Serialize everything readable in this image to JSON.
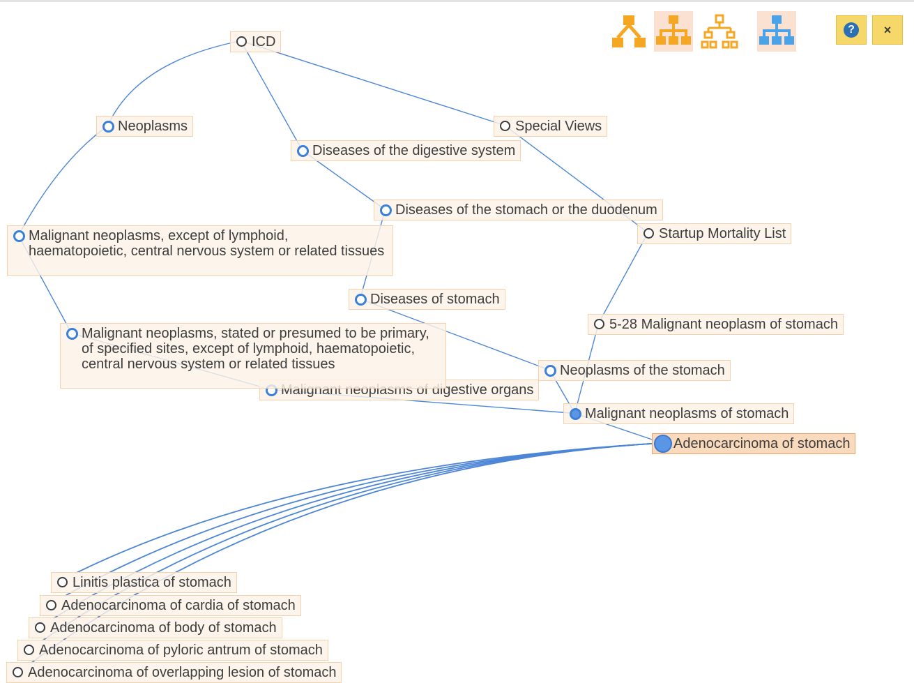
{
  "nodes": [
    {
      "id": "icd",
      "label": "ICD",
      "dot": "dark"
    },
    {
      "id": "neoplasms",
      "label": "Neoplasms",
      "dot": "blue"
    },
    {
      "id": "special_views",
      "label": "Special Views",
      "dot": "dark"
    },
    {
      "id": "digestive_system",
      "label": "Diseases of the digestive system",
      "dot": "blue"
    },
    {
      "id": "stomach_duodenum",
      "label": "Diseases of the stomach or the duodenum",
      "dot": "blue"
    },
    {
      "id": "malignant_except_lymphoid",
      "label": "Malignant neoplasms, except of lymphoid, haematopoietic, central nervous system or related tissues",
      "dot": "blue"
    },
    {
      "id": "startup_mortality",
      "label": "Startup Mortality List",
      "dot": "dark"
    },
    {
      "id": "diseases_of_stomach",
      "label": "Diseases of stomach",
      "dot": "blue"
    },
    {
      "id": "mortality_5_28",
      "label": "5-28 Malignant neoplasm of stomach",
      "dot": "dark"
    },
    {
      "id": "malignant_specified_sites",
      "label": "Malignant neoplasms, stated or presumed to be primary, of specified sites, except of lymphoid, haematopoietic, central nervous system or related tissues",
      "dot": "blue"
    },
    {
      "id": "neoplasms_of_stomach",
      "label": "Neoplasms of the stomach",
      "dot": "blue"
    },
    {
      "id": "malignant_digestive_organs",
      "label": "Malignant neoplasms of digestive organs",
      "dot": "blue"
    },
    {
      "id": "malignant_neoplasms_stomach",
      "label": "Malignant neoplasms of stomach",
      "dot": "filled"
    },
    {
      "id": "adenocarcinoma_stomach",
      "label": "Adenocarcinoma of stomach",
      "dot": "big"
    },
    {
      "id": "linitis_plastica",
      "label": "Linitis plastica of stomach",
      "dot": "dark"
    },
    {
      "id": "adeno_cardia",
      "label": "Adenocarcinoma of cardia of stomach",
      "dot": "dark"
    },
    {
      "id": "adeno_body",
      "label": "Adenocarcinoma of body of stomach",
      "dot": "dark"
    },
    {
      "id": "adeno_pyloric",
      "label": "Adenocarcinoma of pyloric antrum of stomach",
      "dot": "dark"
    },
    {
      "id": "adeno_overlapping",
      "label": "Adenocarcinoma of overlapping lesion of stomach",
      "dot": "dark"
    }
  ],
  "edges": [
    [
      "icd",
      "neoplasms"
    ],
    [
      "icd",
      "digestive_system"
    ],
    [
      "icd",
      "special_views"
    ],
    [
      "neoplasms",
      "malignant_except_lymphoid"
    ],
    [
      "digestive_system",
      "stomach_duodenum"
    ],
    [
      "special_views",
      "startup_mortality"
    ],
    [
      "malignant_except_lymphoid",
      "malignant_specified_sites"
    ],
    [
      "stomach_duodenum",
      "diseases_of_stomach"
    ],
    [
      "startup_mortality",
      "mortality_5_28"
    ],
    [
      "diseases_of_stomach",
      "neoplasms_of_stomach"
    ],
    [
      "mortality_5_28",
      "malignant_neoplasms_stomach"
    ],
    [
      "malignant_specified_sites",
      "malignant_digestive_organs"
    ],
    [
      "malignant_digestive_organs",
      "malignant_neoplasms_stomach"
    ],
    [
      "neoplasms_of_stomach",
      "malignant_neoplasms_stomach"
    ],
    [
      "malignant_neoplasms_stomach",
      "adenocarcinoma_stomach"
    ],
    [
      "adenocarcinoma_stomach",
      "linitis_plastica"
    ],
    [
      "adenocarcinoma_stomach",
      "adeno_cardia"
    ],
    [
      "adenocarcinoma_stomach",
      "adeno_body"
    ],
    [
      "adenocarcinoma_stomach",
      "adeno_pyloric"
    ],
    [
      "adenocarcinoma_stomach",
      "adeno_overlapping"
    ]
  ],
  "selected_node": "adenocarcinoma_stomach",
  "colors": {
    "edge": "#4d86d6",
    "node_fill": "#fdf3e8",
    "node_border": "#f6d2ac",
    "layout_icon": "#f5a623",
    "active_layout_icon": "#4aa3e8",
    "button": "#f6d86a"
  },
  "toolbar": {
    "layout_icons": [
      "tree-layout-icon",
      "org-layout-icon",
      "hierarchy-layout-icon",
      "radial-layout-icon"
    ],
    "help_label": "?",
    "close_label": "×"
  }
}
